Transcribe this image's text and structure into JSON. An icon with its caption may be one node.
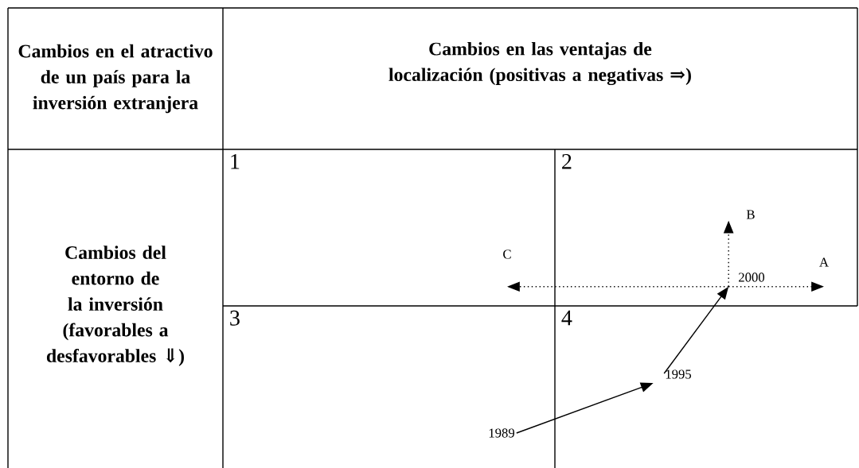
{
  "diagram": {
    "nodes": [
      {
        "text": [
          "Cambios en el atractivo de un país para la inversión extranjera"
        ]
      },
      {
        "text": [
          "Cambios en las ventajas de localización (positivas a negativas ⇒)"
        ]
      },
      {
        "text": [
          "Cambios del entorno de la inversión (favorables a desfavorables ⇓)"
        ]
      },
      {
        "text": [
          "1"
        ]
      },
      {
        "text": [
          "2"
        ]
      },
      {
        "text": [
          "3"
        ]
      },
      {
        "text": [
          "4"
        ]
      },
      {
        "text": [
          "1989"
        ]
      },
      {
        "text": [
          "1995"
        ]
      },
      {
        "text": [
          "2000"
        ]
      },
      {
        "text": [
          "A"
        ]
      },
      {
        "text": [
          "B"
        ]
      },
      {
        "text": [
          "C"
        ]
      }
    ],
    "edges": [
      {
        "from": 7,
        "to": 8,
        "arrow": "to"
      },
      {
        "from": 8,
        "to": 9,
        "arrow": "to"
      },
      {
        "from": 9,
        "to": 10,
        "arrow": "to",
        "style": "dashed"
      },
      {
        "from": 9,
        "to": 11,
        "arrow": "to",
        "style": "dashed"
      },
      {
        "from": 9,
        "to": 12,
        "arrow": "to",
        "style": "dashed"
      }
    ]
  }
}
